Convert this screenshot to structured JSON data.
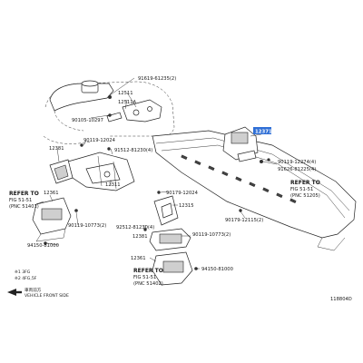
{
  "labels": {
    "p91619": "91619-61235(2)",
    "p12511": "12511",
    "p12511A": "12511A",
    "p90105": "90105-10297",
    "p90119_12024": "90119-12024",
    "p91512": "91512-81230(4)",
    "p12381_left": "12381",
    "p12311": "12311",
    "p12361": "12361",
    "p90119_10773_left": "90119-10773(2)",
    "p94150_left": "94150-81000",
    "p12371": "12371",
    "p90119_12274": "90119-12274(4)",
    "p91626": "91626-81225(4)",
    "p90179_12115": "90179-12115(2)",
    "p90179_12024": "90179-12024",
    "p12315": "12315",
    "p92512": "92512-81230(4)",
    "p12381_mid": "12381",
    "p90119_10773_mid": "90119-10773(2)",
    "p12361_mid": "12361",
    "p94150_mid": "94150-81000",
    "code": "118804D"
  },
  "refs": {
    "left_line1": "REFER TO",
    "left_line2": "FIG 51-51",
    "left_line3": "(PNC 51401)",
    "right_line1": "REFER TO",
    "right_line2": "FIG 51-51",
    "right_line3": "(PNC 51205)",
    "bottom_line1": "REFER TO",
    "bottom_line2": "FIG 51-51",
    "bottom_line3": "(PNC 51402)"
  },
  "legend": {
    "line1": "※1 3FG",
    "line2": "※2 4FG,5F",
    "vehicle_front_cn": "車両前方",
    "vehicle_front": "VEHICLE FRONT SIDE"
  },
  "colors": {
    "highlight": "#2f6fd6"
  }
}
